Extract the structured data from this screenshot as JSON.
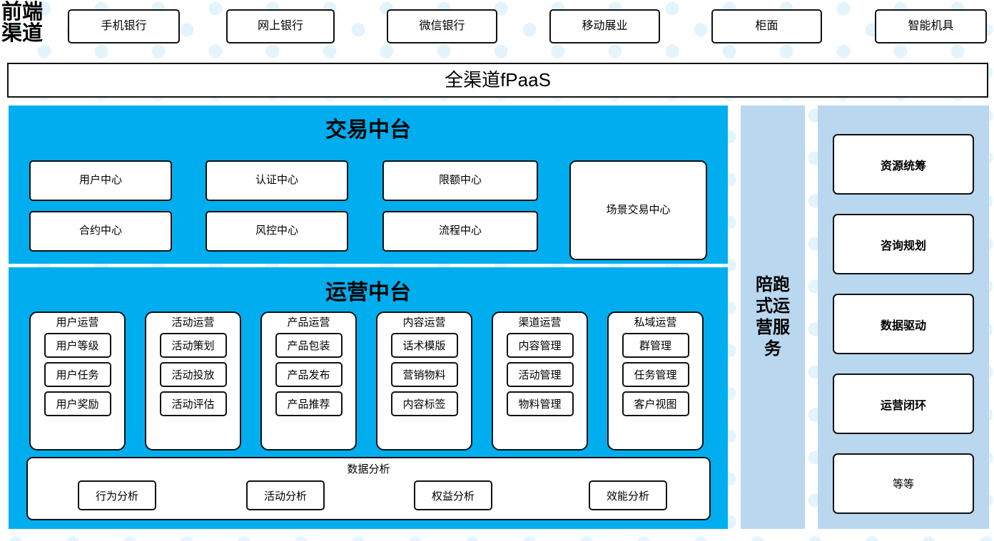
{
  "colors": {
    "cyan_panel": "#00AEEF",
    "light_blue_panel": "#b9d7ef",
    "dot_pattern": "#e3f4fc",
    "border": "#111111",
    "card_background": "#ffffff"
  },
  "channel_section": {
    "label": "前端渠道",
    "buttons": [
      {
        "label": "手机银行"
      },
      {
        "label": "网上银行"
      },
      {
        "label": "微信银行"
      },
      {
        "label": "移动展业"
      },
      {
        "label": "柜面"
      },
      {
        "label": "智能机具"
      }
    ]
  },
  "fpaas_bar": {
    "label": "全渠道fPaaS"
  },
  "trade_platform": {
    "title": "交易中台",
    "boxes": [
      {
        "label": "用户中心"
      },
      {
        "label": "认证中心"
      },
      {
        "label": "限额中心"
      },
      {
        "label": "合约中心"
      },
      {
        "label": "风控中心"
      },
      {
        "label": "流程中心"
      }
    ],
    "scene_box": {
      "label": "场景交易中心"
    }
  },
  "ops_platform": {
    "title": "运营中台",
    "groups": [
      {
        "title": "用户运营",
        "items": [
          "用户等级",
          "用户任务",
          "用户奖励"
        ]
      },
      {
        "title": "活动运营",
        "items": [
          "活动策划",
          "活动投放",
          "活动评估"
        ]
      },
      {
        "title": "产品运营",
        "items": [
          "产品包装",
          "产品发布",
          "产品推荐"
        ]
      },
      {
        "title": "内容运营",
        "items": [
          "话术模版",
          "营销物料",
          "内容标签"
        ]
      },
      {
        "title": "渠道运营",
        "items": [
          "内容管理",
          "活动管理",
          "物料管理"
        ]
      },
      {
        "title": "私域运营",
        "items": [
          "群管理",
          "任务管理",
          "客户视图"
        ]
      }
    ],
    "data_analysis": {
      "title": "数据分析",
      "items": [
        "行为分析",
        "活动分析",
        "权益分析",
        "效能分析"
      ]
    }
  },
  "service_column": {
    "label": "陪跑式运营服务"
  },
  "capability_column": {
    "cards": [
      {
        "label": "资源统筹",
        "bold": true
      },
      {
        "label": "咨询规划",
        "bold": true
      },
      {
        "label": "数据驱动",
        "bold": true
      },
      {
        "label": "运营闭环",
        "bold": true
      },
      {
        "label": "等等",
        "bold": false
      }
    ]
  }
}
